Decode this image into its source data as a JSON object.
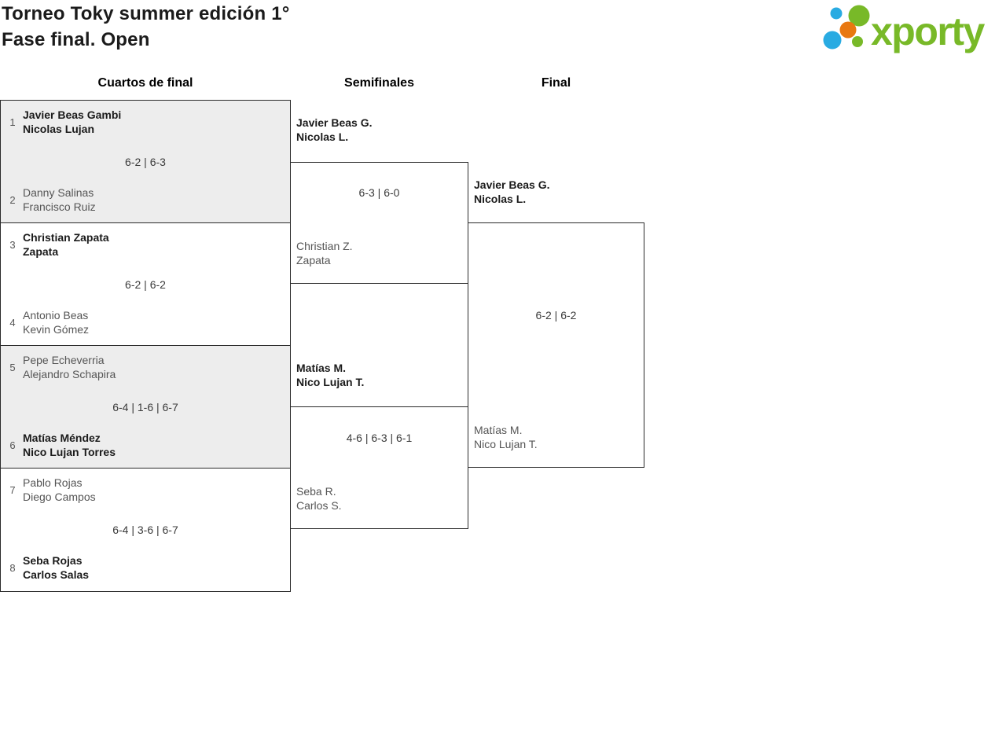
{
  "page": {
    "title_line1": "Torneo Toky summer edición 1°",
    "title_line2": "Fase final. Open"
  },
  "logo": {
    "text": "xporty",
    "colors": {
      "green": "#78b928",
      "blue": "#29abe2",
      "orange": "#e87810"
    }
  },
  "bracket": {
    "round_labels": [
      "Cuartos de final",
      "Semifinales",
      "Final"
    ],
    "quarterfinals": [
      {
        "seed_top": "1",
        "top_line1": "Javier Beas Gambi",
        "top_line2": "Nicolas Lujan",
        "top_winner": true,
        "score": "6-2 | 6-3",
        "seed_bottom": "2",
        "bottom_line1": "Danny Salinas",
        "bottom_line2": "Francisco Ruiz",
        "bottom_winner": false
      },
      {
        "seed_top": "3",
        "top_line1": "Christian Zapata",
        "top_line2": "Zapata",
        "top_winner": true,
        "score": "6-2 | 6-2",
        "seed_bottom": "4",
        "bottom_line1": "Antonio Beas",
        "bottom_line2": "Kevin Gómez",
        "bottom_winner": false
      },
      {
        "seed_top": "5",
        "top_line1": "Pepe Echeverria",
        "top_line2": "Alejandro Schapira",
        "top_winner": false,
        "score": "6-4 | 1-6 | 6-7",
        "seed_bottom": "6",
        "bottom_line1": "Matías Méndez",
        "bottom_line2": "Nico Lujan Torres",
        "bottom_winner": true
      },
      {
        "seed_top": "7",
        "top_line1": "Pablo Rojas",
        "top_line2": "Diego Campos",
        "top_winner": false,
        "score": "6-4 | 3-6 | 6-7",
        "seed_bottom": "8",
        "bottom_line1": "Seba Rojas",
        "bottom_line2": "Carlos Salas",
        "bottom_winner": true
      }
    ],
    "semifinals": [
      {
        "top_line1": "Javier Beas G.",
        "top_line2": "Nicolas L.",
        "top_winner": true,
        "score": "6-3 | 6-0",
        "bottom_line1": "Christian Z.",
        "bottom_line2": "Zapata",
        "bottom_winner": false
      },
      {
        "top_line1": "Matías M.",
        "top_line2": "Nico Lujan T.",
        "top_winner": true,
        "score": "4-6 | 6-3 | 6-1",
        "bottom_line1": "Seba R.",
        "bottom_line2": "Carlos S.",
        "bottom_winner": false
      }
    ],
    "final": {
      "top_line1": "Javier Beas G.",
      "top_line2": "Nicolas L.",
      "top_winner": true,
      "score": "6-2 | 6-2",
      "bottom_line1": "Matías M.",
      "bottom_line2": "Nico Lujan T.",
      "bottom_winner": false
    }
  }
}
